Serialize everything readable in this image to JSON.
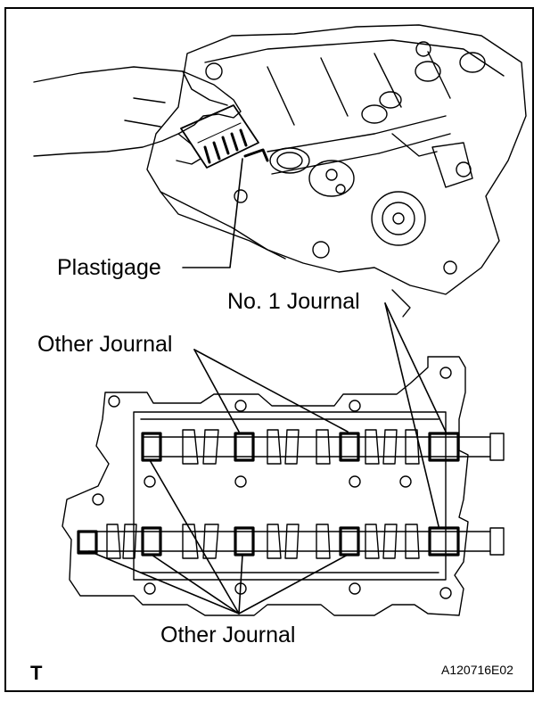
{
  "labels": {
    "plastigage": "Plastigage",
    "no1_journal": "No. 1 Journal",
    "other_journal_top": "Other Journal",
    "other_journal_bottom": "Other Journal",
    "corner_mark": "T",
    "figure_code": "A120716E02"
  },
  "colors": {
    "ink": "#000000",
    "paper": "#ffffff"
  }
}
